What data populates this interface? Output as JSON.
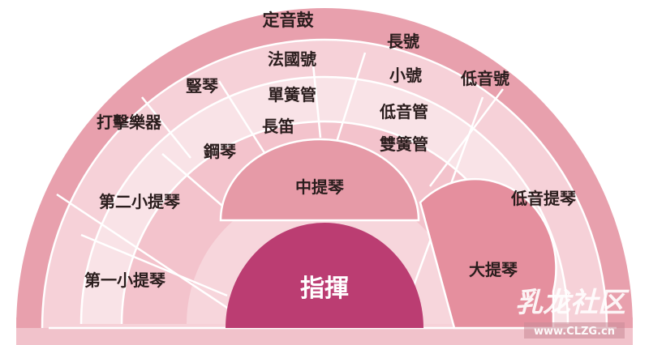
{
  "colors": {
    "outer_band": "#e8a0ad",
    "second_band": "#f6d1d8",
    "third_band": "#f9e3e7",
    "inner_band": "#f3c3cc",
    "center_bg": "#f7d6dc",
    "viola_section": "#e69aa7",
    "cello_section": "#e58f9e",
    "conductor": "#bb3d72",
    "line": "#ffffff",
    "text": "#2a1d1d"
  },
  "labels": {
    "timpani": "定音鼓",
    "trumpet": "長號",
    "french_horn": "法國號",
    "small_trumpet": "小號",
    "tuba": "低音號",
    "harp": "豎琴",
    "clarinet": "單簧管",
    "percussion": "打擊樂器",
    "flute": "長笛",
    "bassoon": "低音管",
    "piano": "鋼琴",
    "oboe": "雙簧管",
    "viola": "中提琴",
    "second_violin": "第二小提琴",
    "double_bass": "低音提琴",
    "cello": "大提琴",
    "first_violin": "第一小提琴",
    "conductor": "指揮"
  },
  "watermark": {
    "logo_text": "乳龙社区",
    "url": "www.CLZG.cn"
  }
}
